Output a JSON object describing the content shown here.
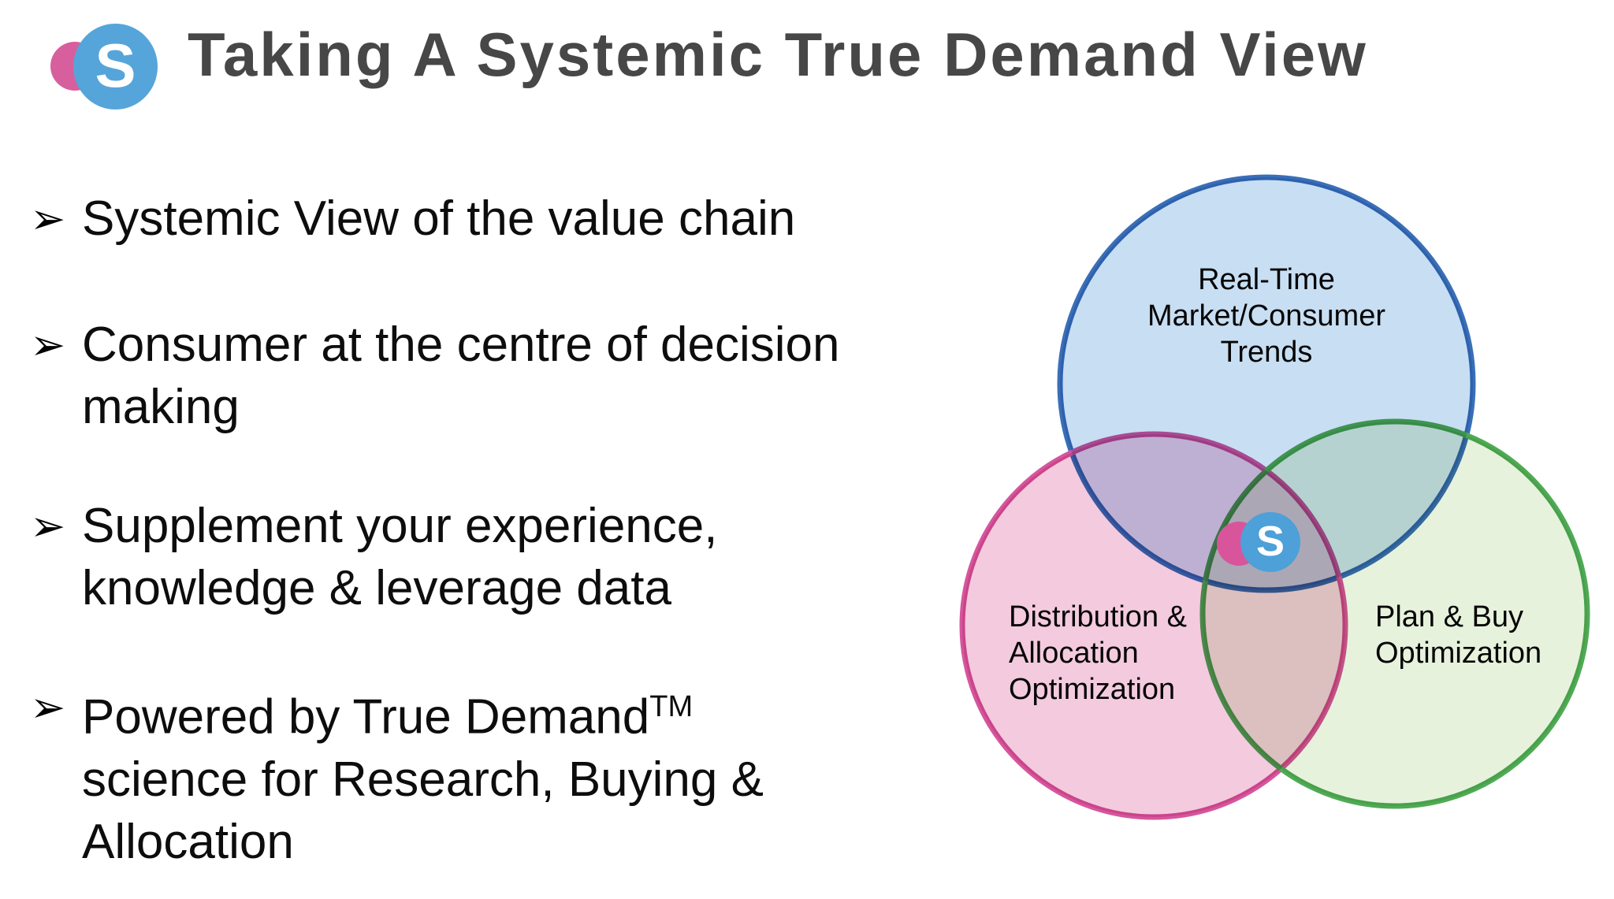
{
  "header": {
    "title": "Taking A Systemic True Demand View",
    "title_color": "#474747",
    "logo_letter": "S",
    "logo_pink": "#d75f9e",
    "logo_blue": "#55a5da"
  },
  "bullet_marker": "➢",
  "bullets": {
    "items": [
      {
        "lines": [
          "Systemic View of the value chain"
        ]
      },
      {
        "lines": [
          "Consumer at the centre of decision",
          "making"
        ]
      },
      {
        "lines": [
          "Supplement your experience,",
          "knowledge & leverage data"
        ]
      },
      {
        "lines": [
          "Powered by True Demand",
          "science for Research, Buying &",
          "Allocation"
        ],
        "sup": "TM"
      }
    ]
  },
  "venn": {
    "center_logo_letter": "S",
    "circles": [
      {
        "name": "real-time-market-consumer-trends",
        "lines": [
          "Real-Time",
          "Market/Consumer",
          "Trends"
        ],
        "stroke": "#3a6fb7",
        "fill": "#c8def2"
      },
      {
        "name": "distribution-allocation-optimization",
        "lines": [
          "Distribution &",
          "Allocation",
          "Optimization"
        ],
        "stroke": "#d5569d",
        "fill": "#f3cade"
      },
      {
        "name": "plan-buy-optimization",
        "lines": [
          "Plan & Buy",
          "Optimization"
        ],
        "stroke": "#4faa55",
        "fill": "#e7f2dc"
      }
    ]
  }
}
